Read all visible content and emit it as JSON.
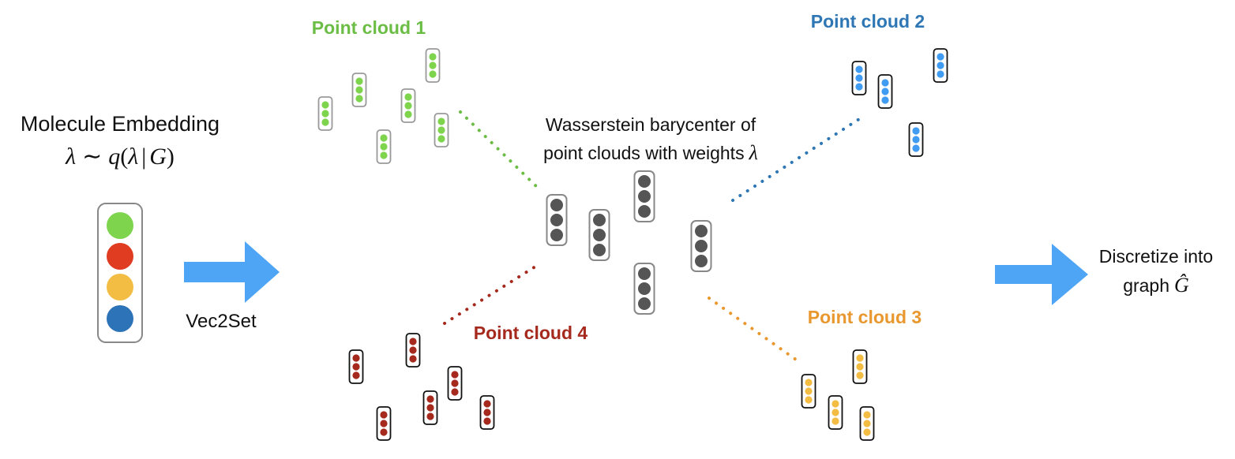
{
  "embedding": {
    "title": "Molecule Embedding",
    "formula": {
      "lambda": "λ",
      "sim": "∼",
      "q": "q",
      "open": "(",
      "given": "|",
      "G": "G",
      "close": ")"
    },
    "dot_colors": [
      "#7fd44e",
      "#df3c22",
      "#f2bd42",
      "#2d73b8"
    ]
  },
  "vec2set_label": "Vec2Set",
  "arrow_color": "#4ea5f5",
  "barycenter": {
    "label_line1": "Wasserstein barycenter of",
    "label_line2_text": "point clouds with weights",
    "label_line2_symbol": "λ",
    "dot_color": "#555555"
  },
  "point_clouds": [
    {
      "label": "Point cloud 1",
      "color": "#6bbd45",
      "dot_color": "#7fd44e",
      "border": "#999999"
    },
    {
      "label": "Point cloud 2",
      "color": "#2f77b4",
      "dot_color": "#3f9cf2",
      "border": "#111111"
    },
    {
      "label": "Point cloud 3",
      "color": "#e8982e",
      "dot_color": "#f2bd42",
      "border": "#111111"
    },
    {
      "label": "Point cloud 4",
      "color": "#a5291d",
      "dot_color": "#a5291d",
      "border": "#111111"
    }
  ],
  "discretize": {
    "line1": "Discretize into",
    "line2_text": "graph",
    "line2_symbol": "Ĝ"
  }
}
